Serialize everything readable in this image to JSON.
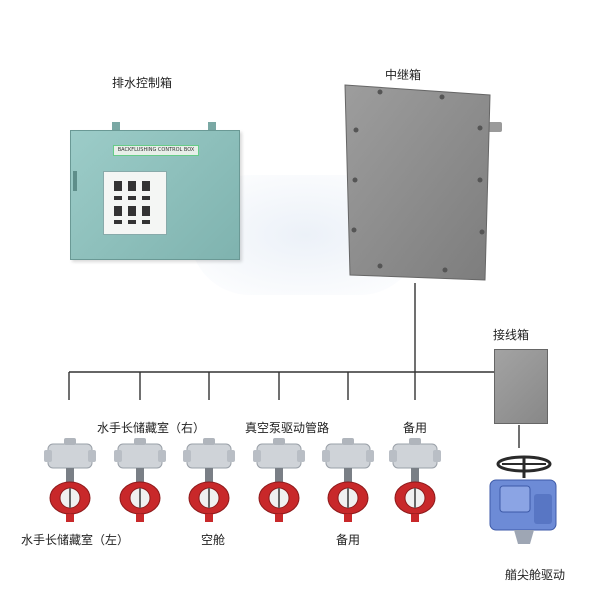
{
  "labels": {
    "drain_control_box": "排水控制箱",
    "relay_box": "中继箱",
    "junction_box": "接线箱",
    "boatswain_store_right": "水手长储藏室（右）",
    "vacuum_pump_line": "真空泵驱动管路",
    "spare_top": "备用",
    "boatswain_store_left": "水手长储藏室（左）",
    "void_space": "空舱",
    "spare_bottom": "备用",
    "forepeak_drive": "艏尖舱驱动"
  },
  "control_box": {
    "nameplate": "BACKFLUSHING CONTROL BOX"
  },
  "colors": {
    "control_box": "#8fc1bd",
    "relay_box": "#8d8d8d",
    "valve_body": "#c8282a",
    "actuator": "#cfd3d8",
    "forepeak_actuator": "#6d8bd6",
    "line": "#333333"
  }
}
